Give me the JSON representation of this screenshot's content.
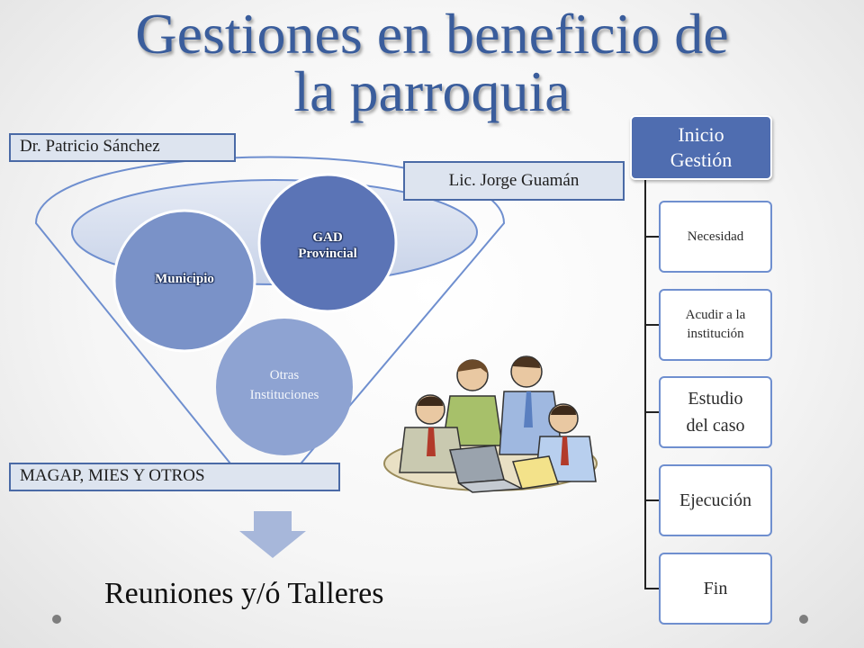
{
  "title": {
    "line1": "Gestiones en beneficio de",
    "line2": "la parroquia"
  },
  "circles": {
    "municipio": "Municipio",
    "gad_line1": "GAD",
    "gad_line2": "Provincial",
    "otras_line1": "Otras",
    "otras_line2": "Instituciones"
  },
  "tags": {
    "top_left": "Dr. Patricio Sánchez",
    "top_right": "Lic. Jorge Guamán",
    "bottom_left": "MAGAP, MIES Y OTROS"
  },
  "flow": {
    "head_line1": "Inicio",
    "head_line2": "Gestión",
    "steps": [
      {
        "line1": "Necesidad",
        "line2": ""
      },
      {
        "line1": "Acudir a la",
        "line2": "institución"
      },
      {
        "line1": "Estudio",
        "line2": "del caso"
      },
      {
        "line1": "Ejecución",
        "line2": ""
      },
      {
        "line1": "Fin",
        "line2": ""
      }
    ]
  },
  "bottom_text": "Reuniones y/ó Talleres",
  "colors": {
    "title": "#3a5d9c",
    "circle_dark": "#5b74b6",
    "circle_mid": "#7a92c8",
    "circle_light": "#8ea3d2",
    "flow_head": "#4f6db0",
    "arrow": "#a7b7da"
  },
  "icons": {
    "illustration": "people-at-laptop-illustration",
    "arrow": "arrow-down-icon"
  }
}
